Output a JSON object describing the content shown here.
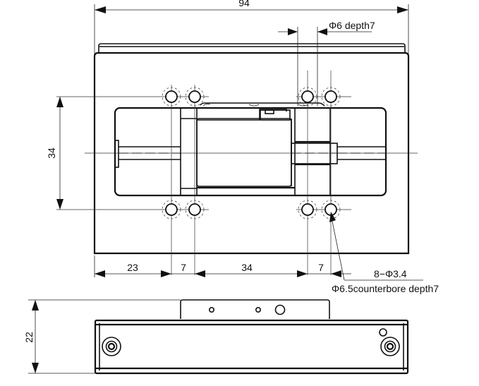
{
  "drawing": {
    "type": "mechanical-dimension-drawing",
    "views": [
      "top-view",
      "front-view"
    ],
    "dimensions": {
      "overall_width": "94",
      "hole_spacing_vertical": "34",
      "left_offset": "23",
      "hole_pair_gap_left": "7",
      "center_span": "34",
      "hole_pair_gap_right": "7",
      "height": "22"
    },
    "annotations": {
      "top_hole": "Φ6 depth7",
      "mount_holes_count": "8−Φ3.4",
      "counterbore": "Φ6.5counterbore depth7"
    },
    "colors": {
      "line": "#111111",
      "background": "#ffffff"
    }
  }
}
